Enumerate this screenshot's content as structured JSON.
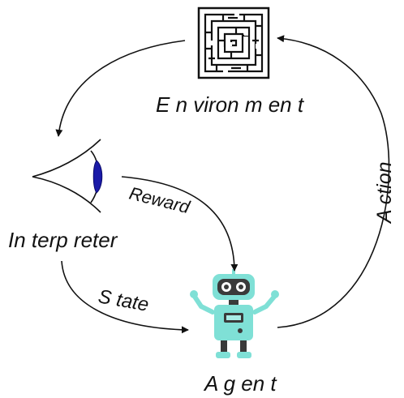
{
  "labels": {
    "environment": "E n viron m en t",
    "interpreter": "In terp reter",
    "agent": "A g en t",
    "reward": "Reward",
    "state": "S tate",
    "action": "A ction"
  },
  "icons": {
    "environment": "maze-icon",
    "interpreter": "eye-icon",
    "agent": "robot-icon"
  },
  "colors": {
    "robot": "#7fe0d6",
    "robot_dark": "#3a3a3a",
    "iris": "#1a1aa8",
    "stroke": "#111111"
  }
}
